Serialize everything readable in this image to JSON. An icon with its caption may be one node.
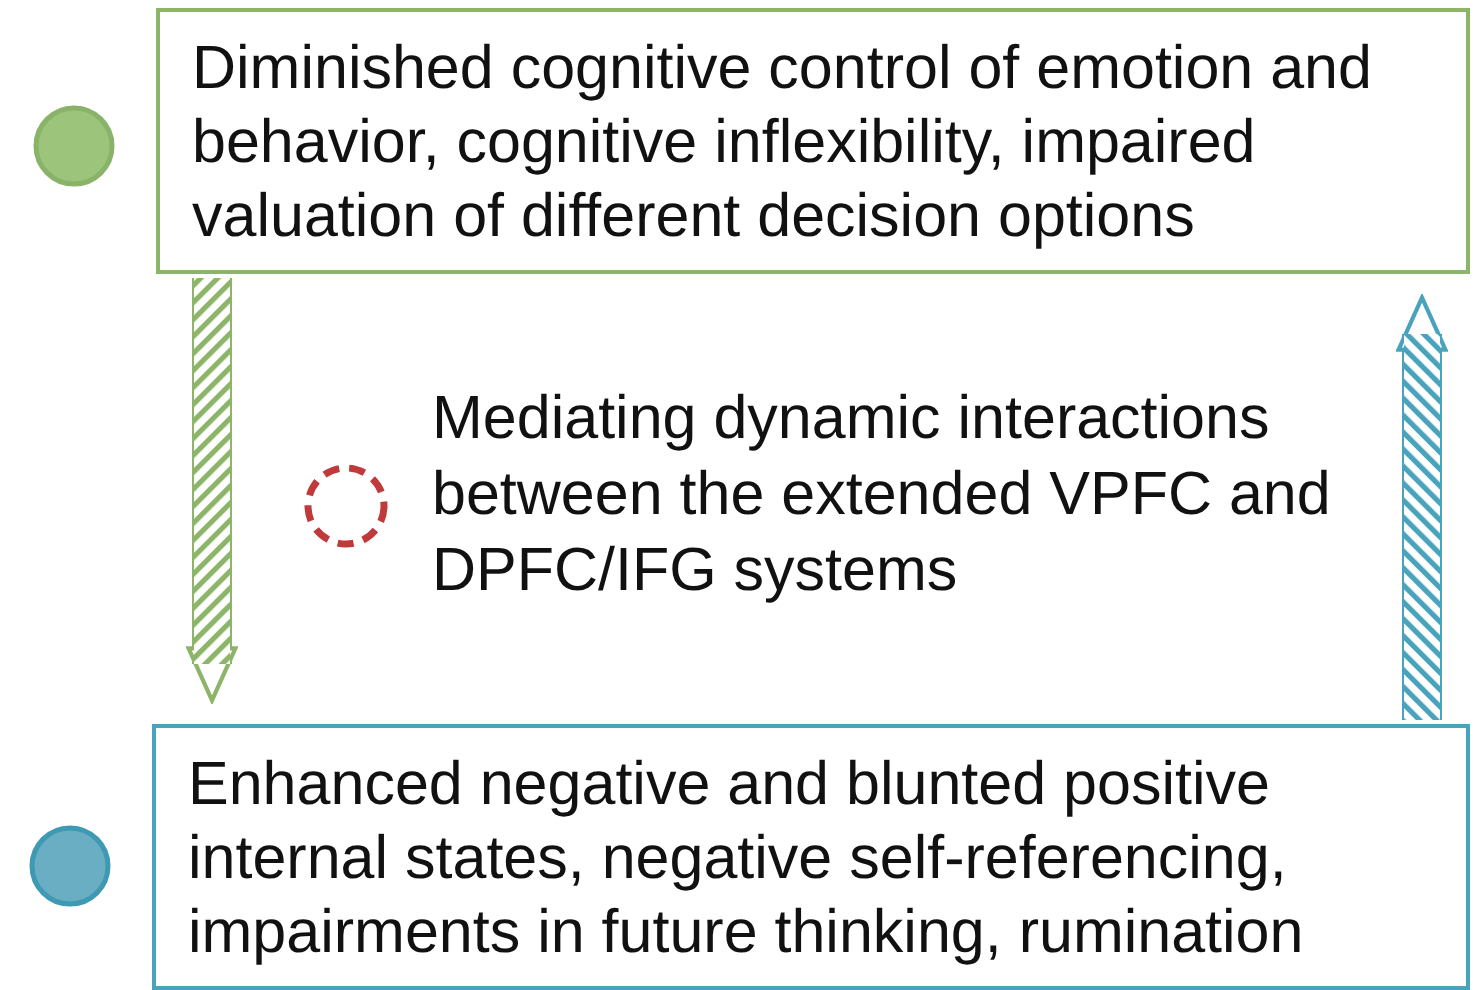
{
  "diagram": {
    "nodes": [
      {
        "text": [
          "Diminished cognitive control of emotion and behavior, cognitive inflexibility, impaired valuation of different decision options"
        ]
      },
      {
        "text": [
          "Enhanced negative and blunted positive internal states, negative self-referencing, impairments in future thinking, rumination"
        ]
      }
    ],
    "edges": [
      {
        "from": 0,
        "to": 1,
        "arrow": "to",
        "color": "#8db56a"
      },
      {
        "from": 1,
        "to": 0,
        "arrow": "to",
        "color": "#4aa3bd"
      }
    ],
    "labels": [
      "Mediating dynamic interactions between the extended VPFC and DPFC/IFG systems"
    ]
  }
}
